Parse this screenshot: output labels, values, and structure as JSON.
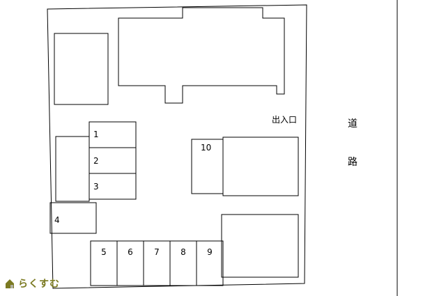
{
  "diagram": {
    "entrance_label": "出入口",
    "road_label": {
      "char1": "道",
      "char2": "路"
    },
    "spaces": [
      {
        "label": "1"
      },
      {
        "label": "2"
      },
      {
        "label": "3"
      },
      {
        "label": "4"
      },
      {
        "label": "5"
      },
      {
        "label": "6"
      },
      {
        "label": "7"
      },
      {
        "label": "8"
      },
      {
        "label": "9"
      },
      {
        "label": "10"
      }
    ]
  },
  "logo": {
    "text": "らくすむ",
    "color": "#7b7a22"
  },
  "colors": {
    "line": "#000000",
    "background": "#ffffff"
  }
}
